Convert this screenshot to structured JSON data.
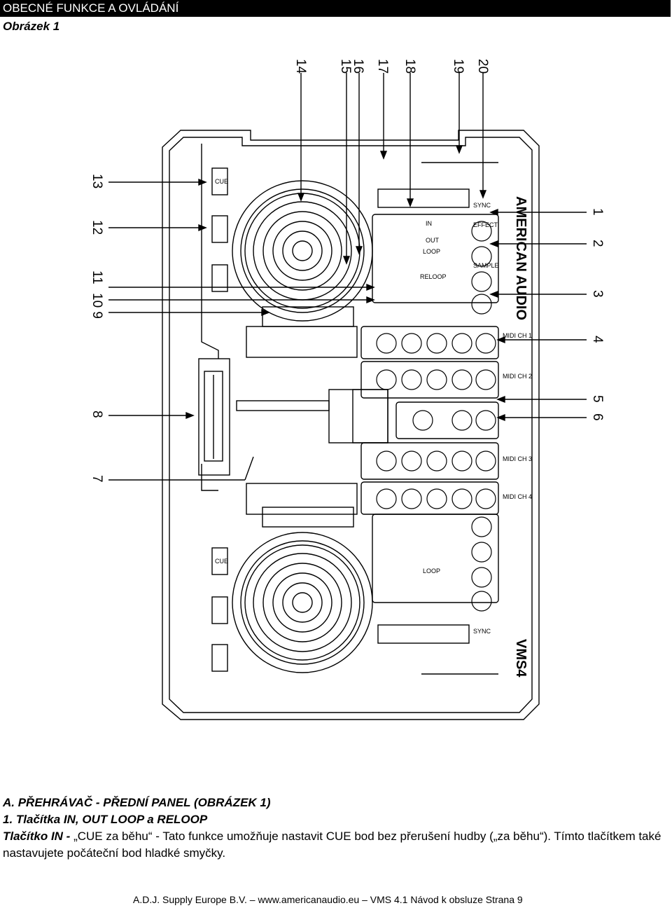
{
  "header": {
    "title": "OBECNÉ FUNKCE A OVLÁDÁNÍ"
  },
  "figure": {
    "label": "Obrázek 1",
    "callouts_top": [
      "14",
      "15",
      "16",
      "17",
      "18",
      "19",
      "20"
    ],
    "callouts_left": [
      "13",
      "12",
      "11",
      "10 9",
      "8",
      "7"
    ],
    "callouts_right": [
      "1",
      "2",
      "3",
      "4",
      "5",
      "6"
    ],
    "panel_labels": {
      "cue": "CUE",
      "sync": "SYNC",
      "loop": "LOOP",
      "sample": "SAMPLE",
      "effect": "EFFECT",
      "midi_1": "MIDI CH 1",
      "midi_2": "MIDI CH 2",
      "midi_3": "MIDI CH 3",
      "midi_4": "MIDI CH 4",
      "in": "IN",
      "out": "OUT",
      "reloop": "RELOOP",
      "brand": "AMERICAN AUDIO",
      "model": "VMS4"
    }
  },
  "content": {
    "section_title": "A. PŘEHRÁVAČ - PŘEDNÍ PANEL (OBRÁZEK 1)",
    "sub_title": "1. Tlačítka IN, OUT LOOP a RELOOP",
    "para_label": "Tlačítko IN - ",
    "para_text": "„CUE za běhu“ - Tato funkce umožňuje nastavit CUE bod bez přerušení hudby („za běhu“). Tímto tlačítkem také nastavujete počáteční bod hladké smyčky."
  },
  "footer": {
    "text": "A.D.J. Supply Europe B.V. – www.americanaudio.eu – VMS 4.1    Návod k obsluze Strana 9"
  }
}
